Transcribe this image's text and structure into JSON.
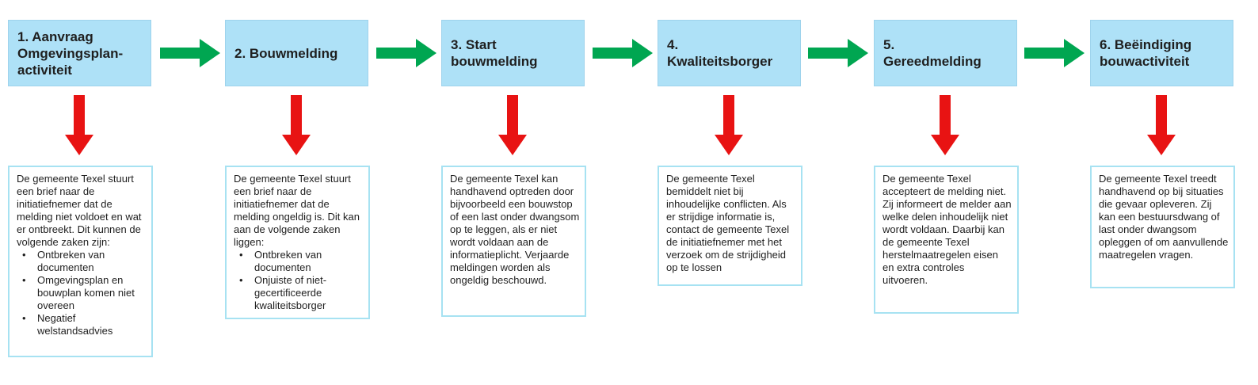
{
  "colors": {
    "header-fill": "#AEE1F7",
    "header-border": "#9ED3EC",
    "detail-border": "#A7E2F2",
    "arrow-green": "#00A651",
    "arrow-red": "#E81313",
    "text": "#1F1F1F"
  },
  "steps": [
    {
      "header": "1. Aanvraag\nOmgevingsplan-\nactiviteit",
      "detail": "De gemeente Texel stuurt een brief naar de initiatiefnemer dat de melding niet voldoet en wat er ontbreekt. Dit kunnen de volgende zaken zijn:",
      "bullets": [
        "Ontbreken van documenten",
        "Omgevingsplan en bouwplan komen niet overeen",
        "Negatief welstandsadvies"
      ]
    },
    {
      "header": "2. Bouwmelding",
      "detail": "De gemeente Texel stuurt een brief naar de initiatiefnemer dat de melding ongeldig is. Dit kan aan de volgende zaken liggen:",
      "bullets": [
        "Ontbreken van documenten",
        "Onjuiste of niet-gecertificeerde kwaliteitsborger"
      ]
    },
    {
      "header": "3. Start\nbouwmelding",
      "detail": "De gemeente Texel kan handhavend optreden door bijvoorbeeld een bouwstop of een last onder dwangsom op te leggen, als er niet wordt voldaan aan de informatieplicht. Verjaarde meldingen worden als ongeldig beschouwd."
    },
    {
      "header": "4.\nKwaliteitsborger",
      "detail": "De gemeente Texel bemiddelt niet bij inhoudelijke conflicten. Als er strijdige informatie is, contact de gemeente Texel de initiatiefnemer met het verzoek om de strijdigheid op te lossen"
    },
    {
      "header": "5.\nGereedmelding",
      "detail": "De gemeente Texel accepteert de melding niet. Zij informeert de melder aan welke delen inhoudelijk niet wordt voldaan. Daarbij kan de gemeente Texel herstelmaatregelen eisen en extra controles uitvoeren."
    },
    {
      "header": "6. Beëindiging\nbouwactiviteit",
      "detail": "De gemeente Texel treedt handhavend op bij situaties die gevaar opleveren. Zij kan een bestuursdwang of last onder dwangsom opleggen of om aanvullende maatregelen vragen."
    }
  ]
}
